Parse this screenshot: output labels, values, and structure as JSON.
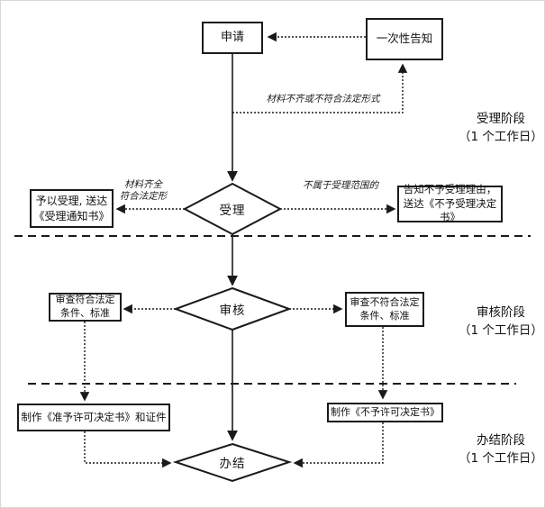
{
  "nodes": {
    "apply": "申请",
    "one_time_notice": "一次性告知",
    "accept": "受理",
    "review": "审核",
    "finish": "办结",
    "accept_yes": "予以受理, 送达《受理通知书》",
    "accept_no": "告知不予受理理由，送达《不予受理决定书》",
    "review_pass": "审查符合法定条件、标准",
    "review_fail": "审查不符合法定条件、标准",
    "make_approve": "制作《准予许可决定书》和证件",
    "make_reject": "制作《不予许可决定书》"
  },
  "edge_labels": {
    "materials_incomplete": "材料不齐或不符合法定形式",
    "materials_complete": "材料齐全\n符合法定形",
    "out_of_scope": "不属于受理范围的"
  },
  "stages": {
    "accept_stage": "受理阶段\n（1 个工作日）",
    "review_stage": "审核阶段\n（1 个工作日）",
    "finish_stage": "办结阶段\n（1 个工作日）"
  },
  "colors": {
    "line": "#1a1a1a",
    "background": "#ffffff"
  }
}
